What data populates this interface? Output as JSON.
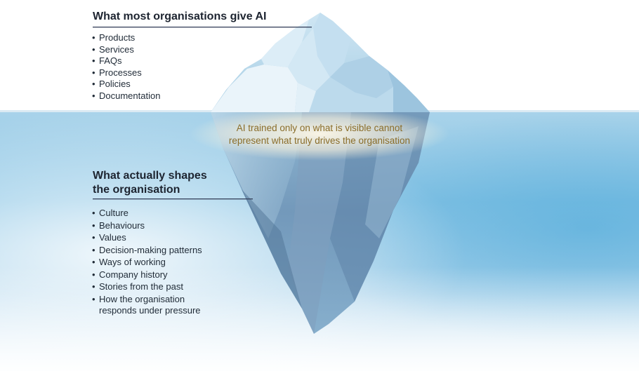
{
  "colors": {
    "heading": "#1d2430",
    "caption": "#8a6d2a",
    "rule": "#34405a",
    "sky": "#ffffff",
    "waterline": "#dbeaf3",
    "water_top": "#a6d2ea",
    "water_mid": "#6fb7dd",
    "water_deep": "#4aa8d9",
    "ice_light": "#eaf4fa",
    "ice_mid": "#b7d7ea",
    "ice_shadow": "#6f94b4",
    "ice_deep": "#3f5f80"
  },
  "top_section": {
    "heading": "What most organisations give AI",
    "items": [
      "Products",
      "Services",
      "FAQs",
      "Processes",
      "Policies",
      "Documentation"
    ]
  },
  "caption": {
    "line1": "AI trained only on what is visible cannot",
    "line2": "represent what truly drives the organisation"
  },
  "bottom_section": {
    "heading_line1": "What actually shapes",
    "heading_line2": "the organisation",
    "items": [
      "Culture",
      "Behaviours",
      "Values",
      "Decision-making patterns",
      "Ways of working",
      "Company history",
      "Stories from the past",
      "How the organisation",
      "responds under pressure"
    ]
  }
}
